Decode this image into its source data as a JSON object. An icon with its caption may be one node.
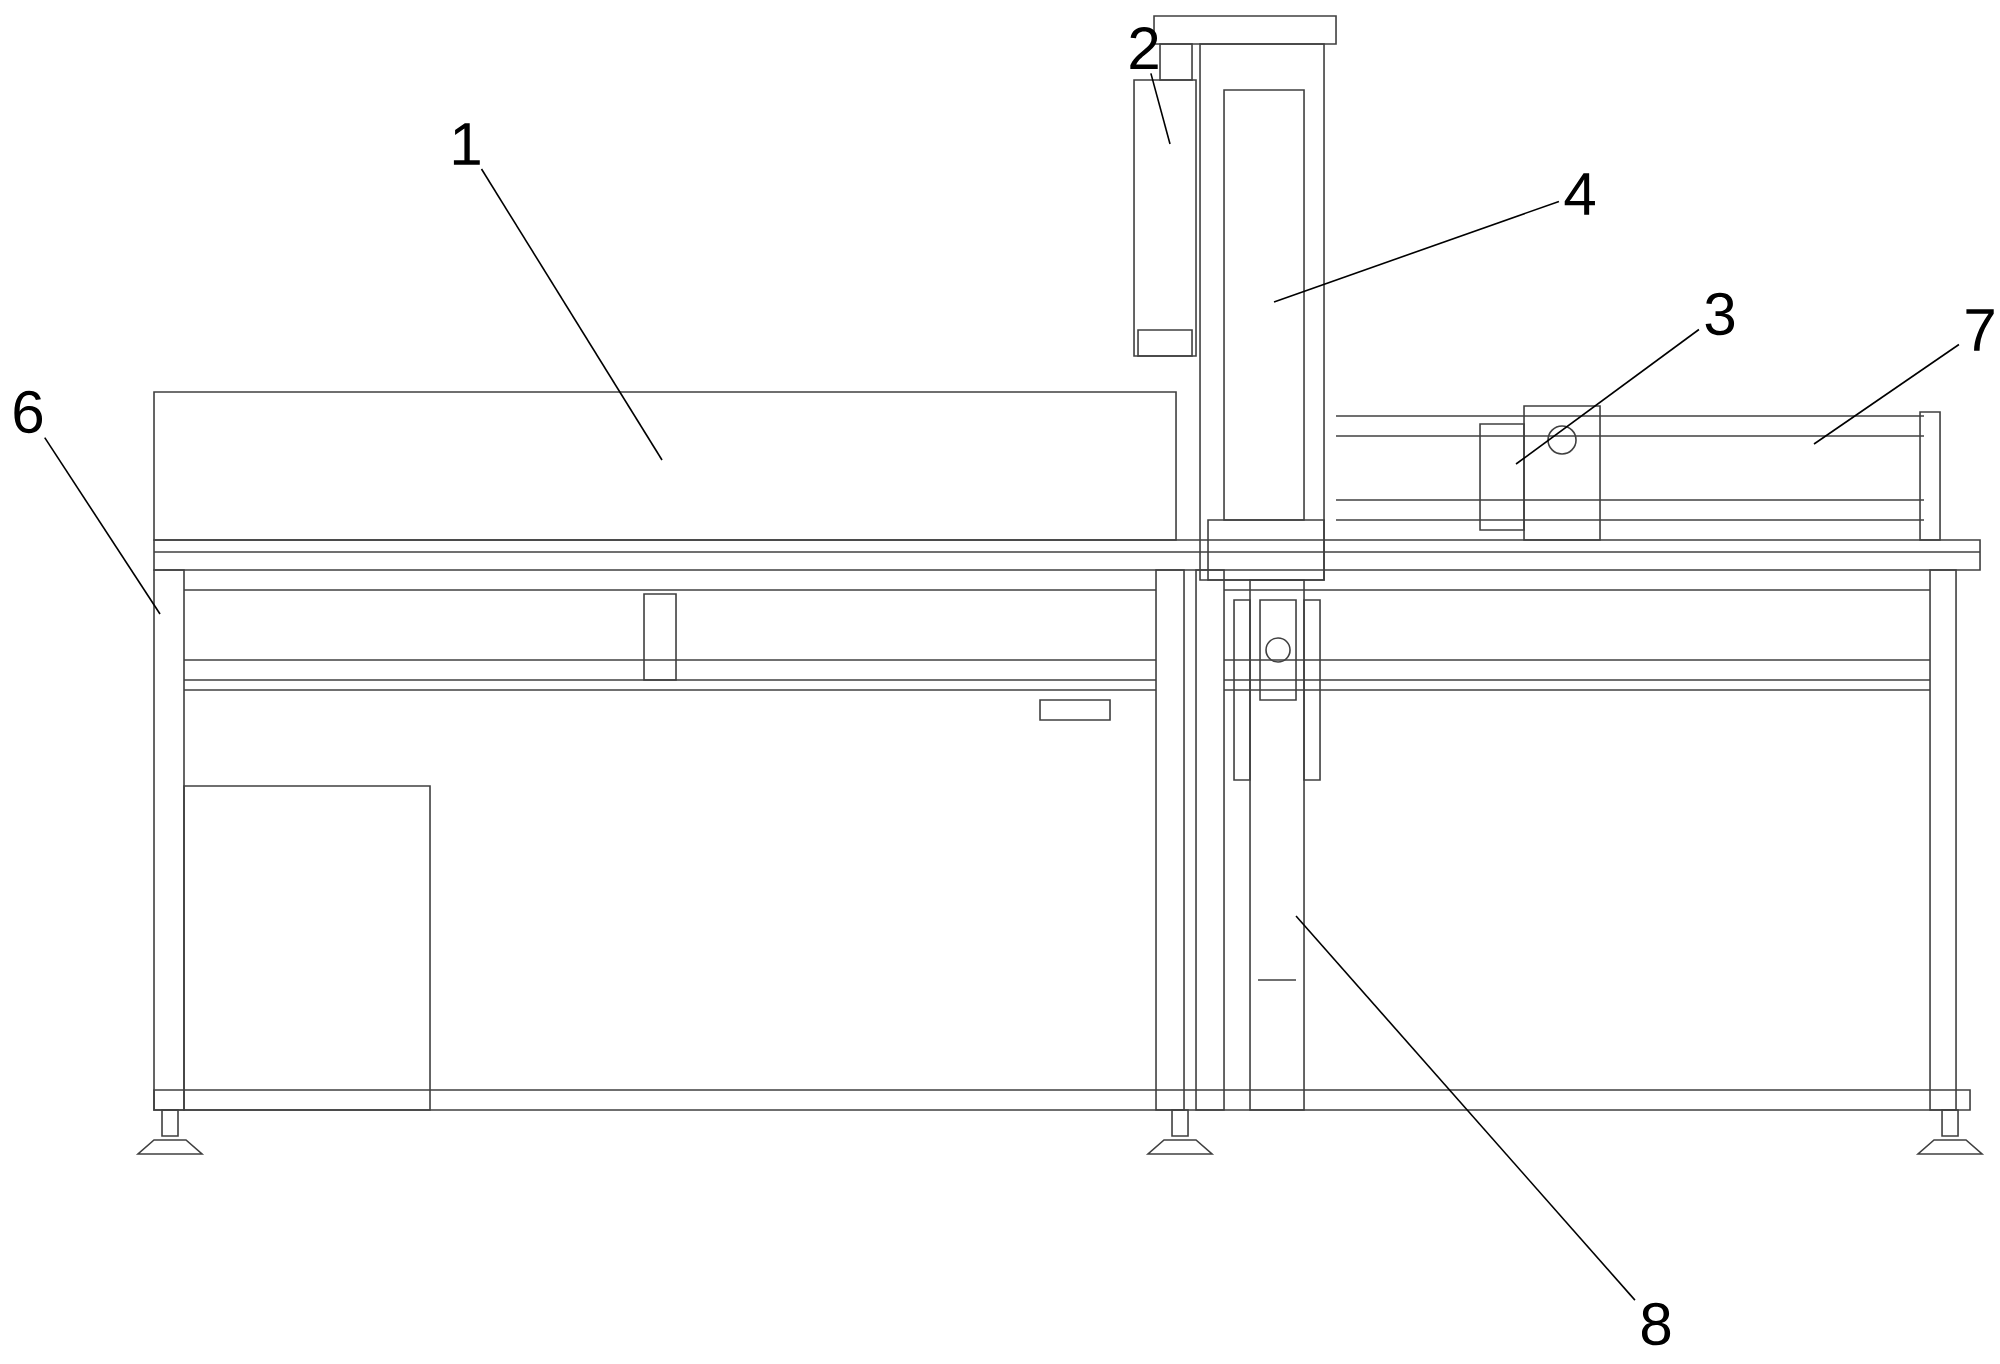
{
  "diagram": {
    "nodes": [
      {
        "text": [
          "2"
        ]
      },
      {
        "text": [
          "1"
        ]
      },
      {
        "text": [
          "4"
        ]
      },
      {
        "text": [
          "3"
        ]
      },
      {
        "text": [
          "7"
        ]
      },
      {
        "text": [
          "6"
        ]
      },
      {
        "text": [
          "8"
        ]
      }
    ],
    "edges": [
      {
        "from": 0,
        "to": null,
        "arrow": "none"
      },
      {
        "from": 1,
        "to": null,
        "arrow": "none"
      },
      {
        "from": 2,
        "to": null,
        "arrow": "none"
      },
      {
        "from": 3,
        "to": null,
        "arrow": "none"
      },
      {
        "from": 4,
        "to": null,
        "arrow": "none"
      },
      {
        "from": 5,
        "to": null,
        "arrow": "none"
      },
      {
        "from": 6,
        "to": null,
        "arrow": "none"
      }
    ]
  }
}
